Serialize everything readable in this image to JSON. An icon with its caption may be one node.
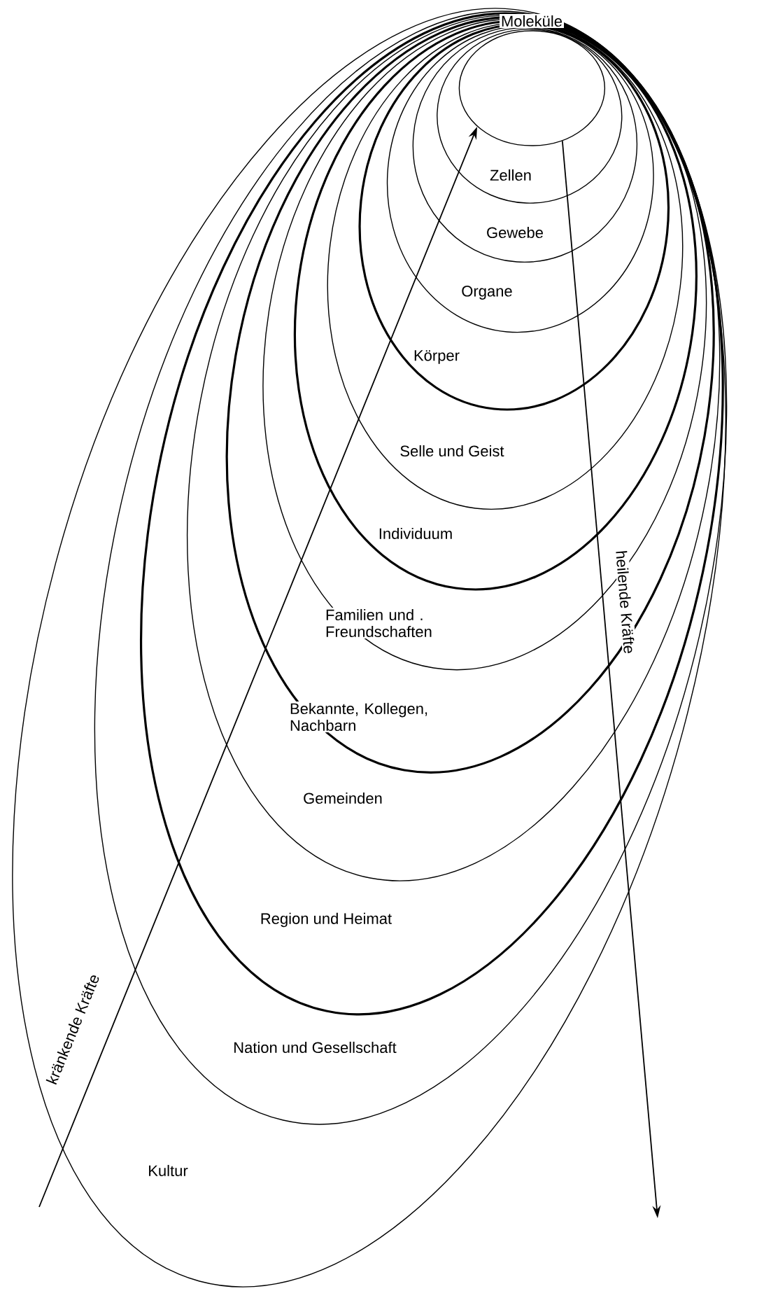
{
  "diagram": {
    "nodes": [
      {
        "text": [
          "Kultur"
        ]
      },
      {
        "text": [
          "Nation und Gesellschaft"
        ],
        "in": 0
      },
      {
        "text": [
          "Region und Heimat"
        ],
        "in": 1
      },
      {
        "text": [
          "Gemeinden"
        ],
        "in": 2
      },
      {
        "text": [
          "Bekannte, Kollegen, Nachbarn"
        ],
        "in": 3
      },
      {
        "text": [
          "Familien und . Freundschaften"
        ],
        "in": 4
      },
      {
        "text": [
          "Individuum"
        ],
        "in": 5
      },
      {
        "text": [
          "Selle und Geist"
        ],
        "in": 6
      },
      {
        "text": [
          "Körper"
        ],
        "in": 7
      },
      {
        "text": [
          "Organe"
        ],
        "in": 8
      },
      {
        "text": [
          "Gewebe"
        ],
        "in": 9
      },
      {
        "text": [
          "Zellen"
        ],
        "in": 10
      },
      {
        "text": [
          "Moleküle"
        ],
        "in": 11
      }
    ],
    "edges": [
      {
        "from": null,
        "to": 12,
        "arrow": "to",
        "label": "kränkende Kräfte"
      },
      {
        "from": 12,
        "to": null,
        "arrow": "to",
        "label": "heilende Kräfte"
      }
    ]
  }
}
